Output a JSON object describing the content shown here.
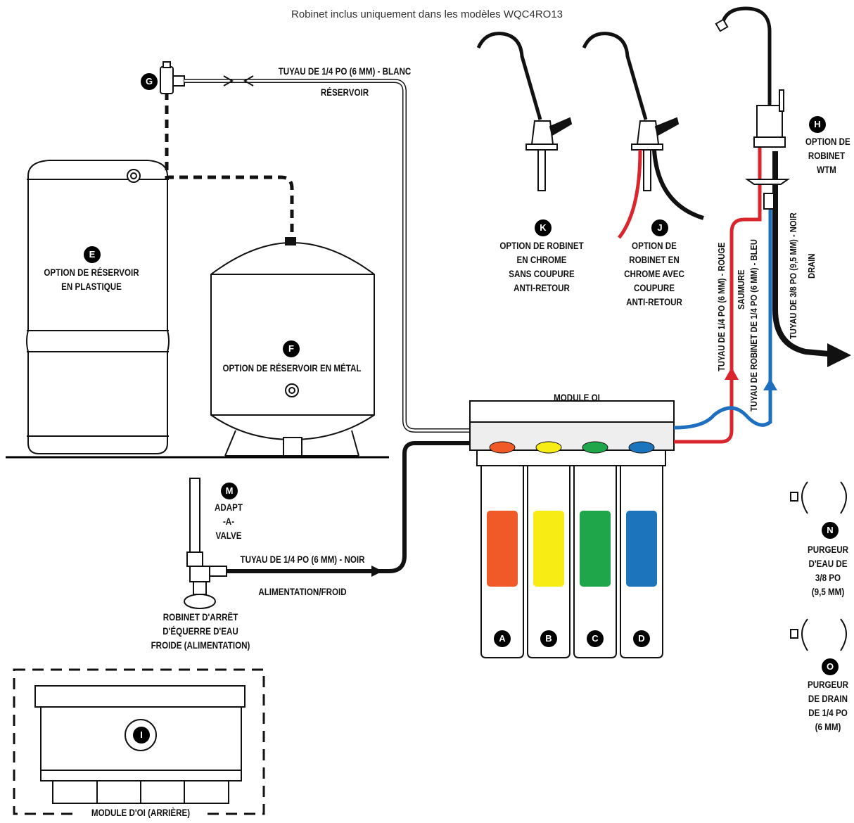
{
  "subtitle": "Robinet inclus uniquement dans les modèles WQC4RO13",
  "badges": {
    "a": "A",
    "b": "B",
    "c": "C",
    "d": "D",
    "e": "E",
    "f": "F",
    "g": "G",
    "h": "H",
    "i": "I",
    "j": "J",
    "k": "K",
    "m": "M",
    "n": "N",
    "o": "O"
  },
  "labels": {
    "tube_white": "TUYAU DE 1/4 PO (6 MM) - BLANC",
    "reservoir": "RÉSERVOIR",
    "tank_plastic": [
      "OPTION DE RÉSERVOIR",
      "EN PLASTIQUE"
    ],
    "tank_metal": "OPTION DE RÉSERVOIR EN MÉTAL",
    "faucet_k": [
      "OPTION DE ROBINET",
      "EN CHROME",
      "SANS COUPURE",
      "ANTI-RETOUR"
    ],
    "faucet_j": [
      "OPTION DE",
      "ROBINET EN",
      "CHROME AVEC",
      "COUPURE",
      "ANTI-RETOUR"
    ],
    "faucet_h": [
      "OPTION DE",
      "ROBINET",
      "WTM"
    ],
    "module": "MODULE OI",
    "adapt": [
      "ADAPT",
      "-A-",
      "VALVE"
    ],
    "tube_black": "TUYAU DE 1/4 PO (6 MM) - NOIR",
    "supply": "ALIMENTATION/FROID",
    "angle_stop": [
      "ROBINET D'ARRÊT",
      "D'ÉQUERRE D'EAU",
      "FROIDE (ALIMENTATION)"
    ],
    "module_back": "MODULE D'OI (ARRIÈRE)",
    "purge_n": [
      "PURGEUR",
      "D'EAU DE",
      "3/8 PO",
      "(9,5 MM)"
    ],
    "purge_o": [
      "PURGEUR",
      "DE DRAIN",
      "DE 1/4 PO",
      "(6 MM)"
    ],
    "tube_red": "TUYAU DE 1/4 PO (6 MM) - ROUGE",
    "brine": "SAUMURE",
    "tube_blue": "TUYAU DE ROBINET DE 1/4 PO (6 MM) - BLEU",
    "tube_drain": "TUYAU DE 3/8 PO (9,5 MM) - NOIR",
    "drain": "DRAIN"
  },
  "colors": {
    "red_tube": "#d9252b",
    "blue_tube": "#1f6fc0",
    "filter_a": "#f05a28",
    "filter_b": "#f7ec13",
    "filter_c": "#1fa64a",
    "filter_d": "#1c75bc"
  }
}
